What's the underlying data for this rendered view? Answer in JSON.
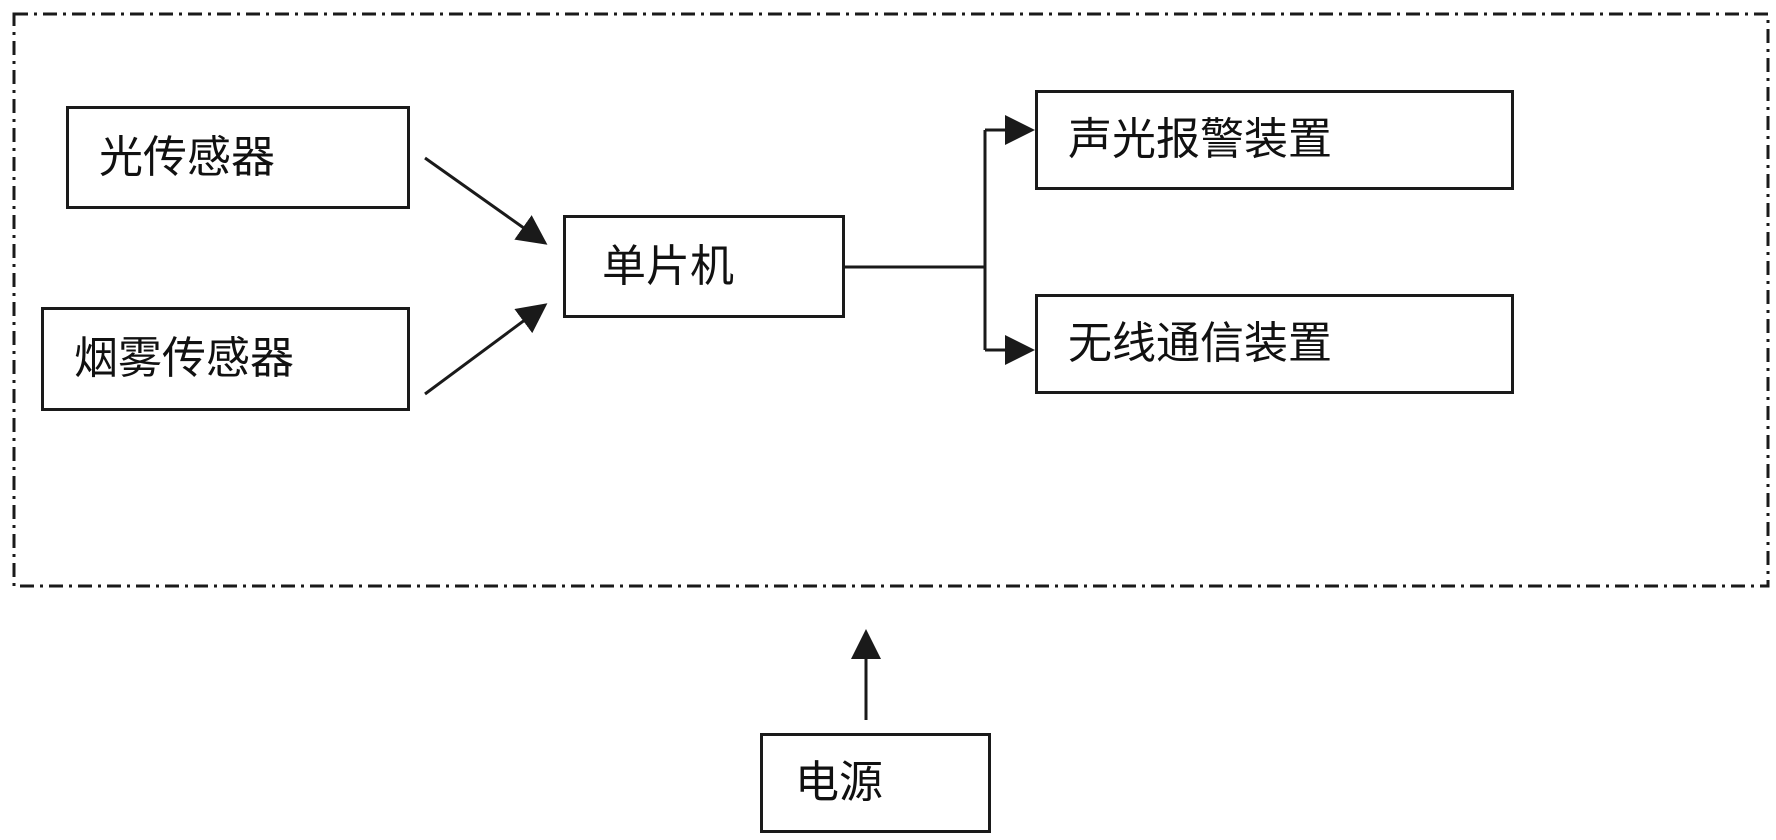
{
  "diagram": {
    "system_boundary": "",
    "nodes": {
      "light_sensor": "光传感器",
      "smoke_sensor": "烟雾传感器",
      "mcu": "单片机",
      "alarm": "声光报警装置",
      "wireless": "无线通信装置",
      "power": "电源"
    },
    "edges": [
      {
        "from": "light_sensor",
        "to": "mcu"
      },
      {
        "from": "smoke_sensor",
        "to": "mcu"
      },
      {
        "from": "mcu",
        "to": "alarm"
      },
      {
        "from": "mcu",
        "to": "wireless"
      },
      {
        "from": "power",
        "to": "system_boundary"
      }
    ],
    "colors": {
      "stroke": "#1a1a1a",
      "background": "#ffffff"
    }
  }
}
